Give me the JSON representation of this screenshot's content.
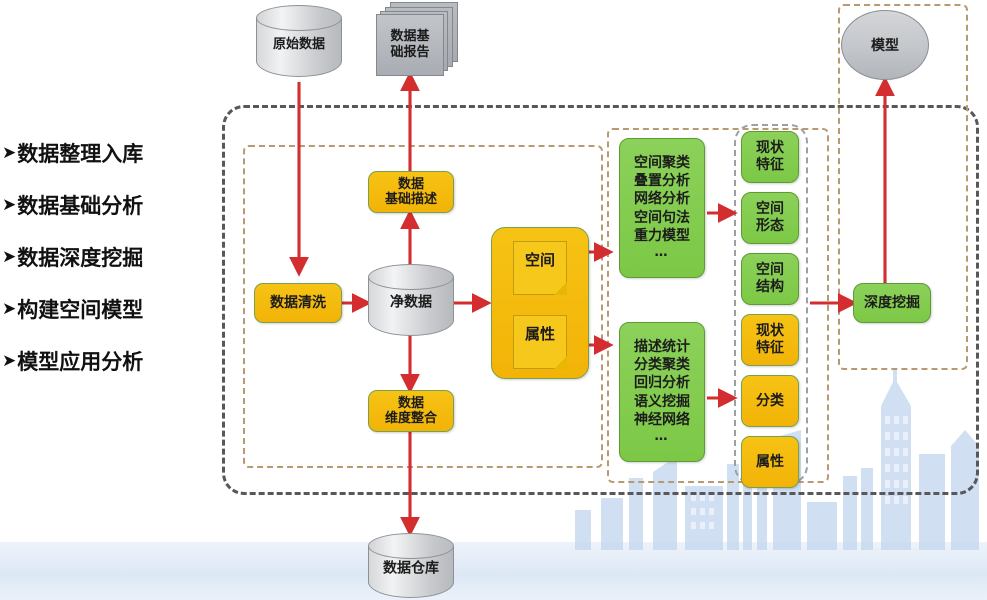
{
  "diagram": {
    "title_bullets": [
      {
        "marker": "➤",
        "label": "数据整理入库"
      },
      {
        "marker": "➤",
        "label": "数据基础分析"
      },
      {
        "marker": "➤",
        "label": "数据深度挖掘"
      },
      {
        "marker": "➤",
        "label": "构建空间模型"
      },
      {
        "marker": "➤",
        "label": "模型应用分析"
      }
    ],
    "sources": {
      "raw_data": "原始数据",
      "basic_report_line1": "数据基",
      "basic_report_line2": "础报告"
    },
    "process": {
      "data_cleaning": "数据清洗",
      "clean_data": "净数据",
      "basic_desc_line1": "数据",
      "basic_desc_line2": "基础描述",
      "dim_integration_line1": "数据",
      "dim_integration_line2": "维度整合",
      "data_warehouse": "数据仓库"
    },
    "splitter": {
      "space": "空间",
      "attribute": "属性"
    },
    "methods_spatial": {
      "items": [
        "空间聚类",
        "叠置分析",
        "网络分析",
        "空间句法",
        "重力模型"
      ],
      "more": "…"
    },
    "methods_attribute": {
      "items": [
        "描述统计",
        "分类聚类",
        "回归分析",
        "语义挖掘",
        "神经网络"
      ],
      "more": "…"
    },
    "outputs_spatial": [
      {
        "line1": "现状",
        "line2": "特征",
        "color": "green"
      },
      {
        "line1": "空间",
        "line2": "形态",
        "color": "green"
      },
      {
        "line1": "空间",
        "line2": "结构",
        "color": "green"
      }
    ],
    "outputs_attribute": [
      {
        "line1": "现状",
        "line2": "特征",
        "color": "orange"
      },
      {
        "line1": "分类",
        "line2": "",
        "color": "orange"
      },
      {
        "line1": "属性",
        "line2": "",
        "color": "orange"
      }
    ],
    "mining": {
      "deep_mining": "深度挖掘",
      "model": "模型"
    },
    "colors": {
      "arrow": "#d32d2f",
      "orange_fill": "#F3B707",
      "green_fill": "#7CC846",
      "green_border": "#5d9a33",
      "cylinder_gray": "#c5c8cc",
      "dash_outer": "#58585a",
      "dash_tan": "#b89a72",
      "skyline_blue": "#c3d8ef"
    }
  }
}
